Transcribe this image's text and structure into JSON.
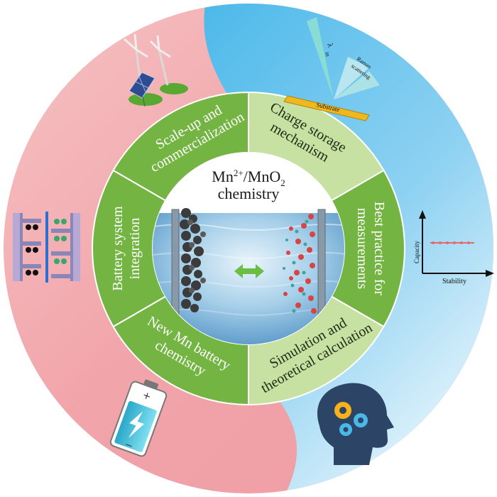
{
  "center": {
    "line1": "Mn",
    "sup": "2+",
    "line1b": "/MnO",
    "sub": "2",
    "line2": "chemistry"
  },
  "segments": [
    {
      "line1": "Scale-up and",
      "line2": "commercialization"
    },
    {
      "line1": "Charge storage",
      "line2": "mechanism"
    },
    {
      "line1": "Best practice for",
      "line2": "measurements"
    },
    {
      "line1": "Simulation and",
      "line2": "theoretical calculation"
    },
    {
      "line1": "New Mn battery",
      "line2": "chemistry"
    },
    {
      "line1": "Battery system",
      "line2": "integration"
    }
  ],
  "raman": {
    "lambda": "λ",
    "lambda_sub": "in",
    "scattering_1": "Raman",
    "scattering_2": "scattering",
    "substrate": "Substrate"
  },
  "plot": {
    "ylabel": "Capacity",
    "xlabel": "Stability"
  },
  "colors": {
    "outer_pink": "#f0a9ad",
    "outer_blue": "#5ec2ec",
    "ring_dark_green": "#73b342",
    "ring_light_green": "#c7e2a2",
    "water": "#8fc3e4"
  },
  "icons": [
    "wind-turbine-icon",
    "solar-panel-icon",
    "raman-setup-icon",
    "capacity-stability-plot-icon",
    "ai-head-icon",
    "battery-icon",
    "electrode-stack-icon"
  ]
}
